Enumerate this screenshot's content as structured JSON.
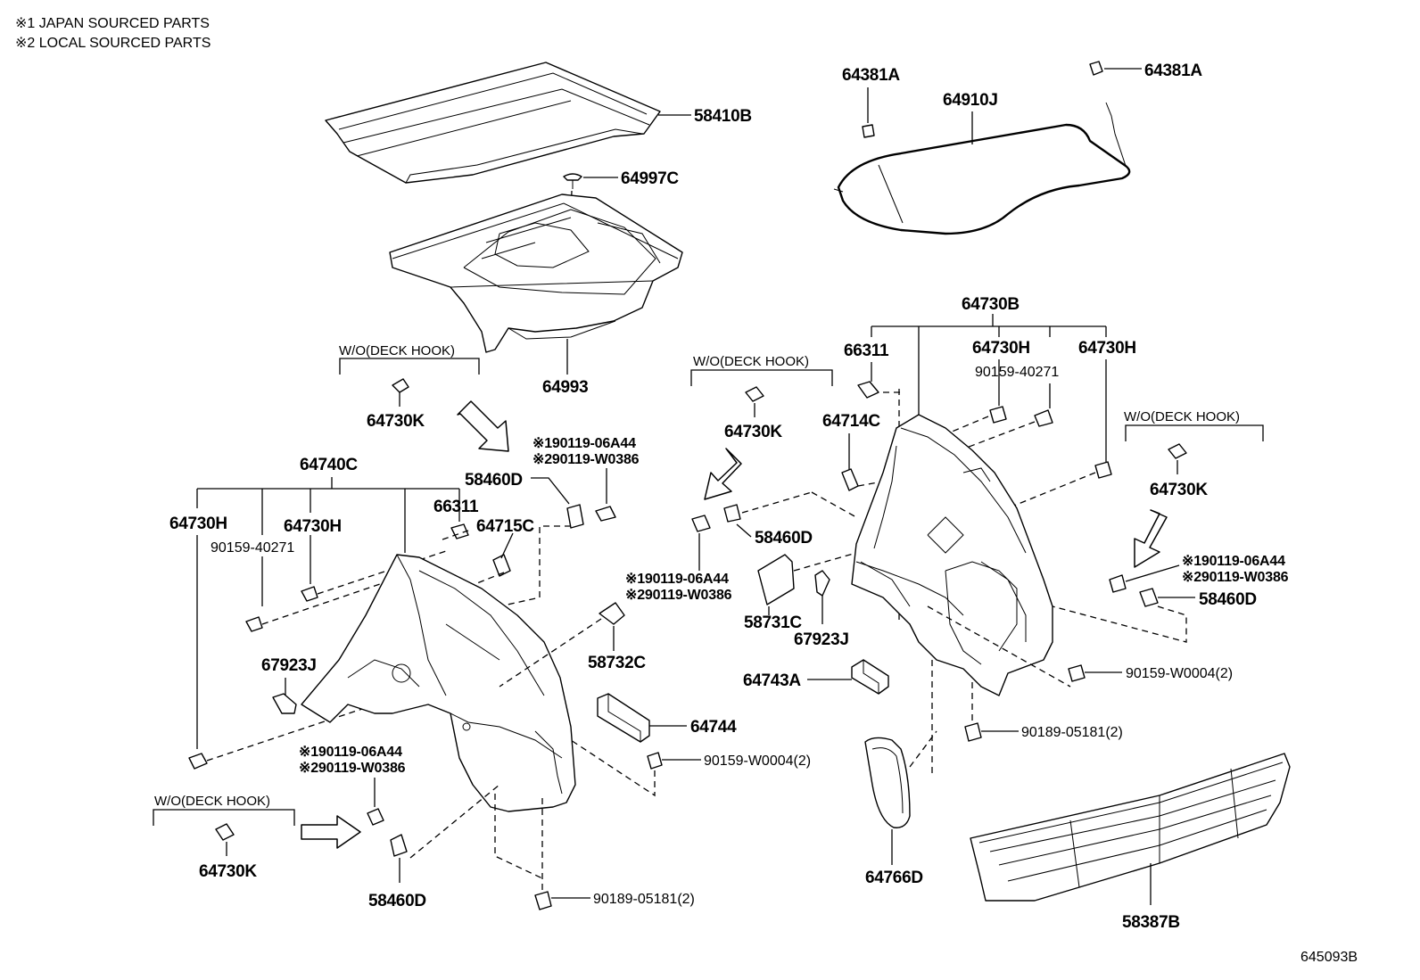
{
  "notes": {
    "japan": "※1 JAPAN SOURCED PARTS",
    "local": "※2 LOCAL SOURCED PARTS"
  },
  "conditions": {
    "wo_deck_hook": "W/O(DECK HOOK)"
  },
  "labels": {
    "p58410B": "58410B",
    "p64997C": "64997C",
    "p64993": "64993",
    "p64381A_l": "64381A",
    "p64381A_r": "64381A",
    "p64910J": "64910J",
    "p64730K_a": "64730K",
    "p64740C": "64740C",
    "p64730H_a": "64730H",
    "p64730H_b": "64730H",
    "p90159_40271_a": "90159-40271",
    "p66311_a": "66311",
    "p64715C": "64715C",
    "p58460D_a": "58460D",
    "p90119_a1": "※190119-06A44",
    "p90119_a2": "※290119-W0386",
    "p67923J_a": "67923J",
    "p58732C": "58732C",
    "p64744": "64744",
    "p90159_W0004_a": "90159-W0004(2)",
    "p90119_b1": "※190119-06A44",
    "p90119_b2": "※290119-W0386",
    "p64730K_b": "64730K",
    "p58460D_b": "58460D",
    "p90189_05181_a": "90189-05181(2)",
    "p64730K_c": "64730K",
    "p64714C": "64714C",
    "p58460D_c": "58460D",
    "p90119_c1": "※190119-06A44",
    "p90119_c2": "※290119-W0386",
    "p58731C": "58731C",
    "p67923J_b": "67923J",
    "p64743A": "64743A",
    "p64766D": "64766D",
    "p64730B": "64730B",
    "p66311_b": "66311",
    "p64730H_c": "64730H",
    "p64730H_d": "64730H",
    "p90159_40271_b": "90159-40271",
    "p64730K_d": "64730K",
    "p90119_d1": "※190119-06A44",
    "p90119_d2": "※290119-W0386",
    "p58460D_d": "58460D",
    "p90159_W0004_b": "90159-W0004(2)",
    "p90189_05181_b": "90189-05181(2)",
    "p58387B": "58387B"
  },
  "figure_code": "645093B"
}
